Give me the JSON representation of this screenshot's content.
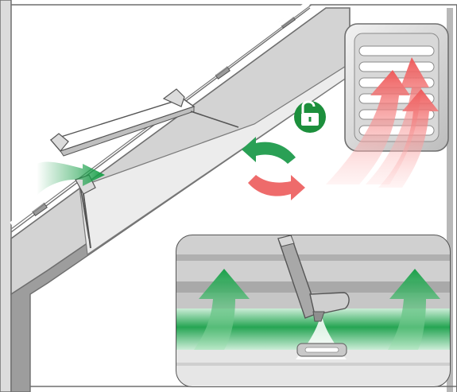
{
  "illustration": {
    "subject": "roof-window-ventilation-diagram",
    "panels": [
      "overview-scene",
      "detail-inset"
    ]
  },
  "icons": {
    "lock": "padlock-open-icon",
    "airflow_cold": "green-arrow-icon",
    "airflow_warm": "red-arrow-icon",
    "exchange": "swap-arrows-icon"
  },
  "colors": {
    "frame": "#6f6f6f",
    "wall": "#cfcfcf",
    "wall_shadow": "#9d9d9d",
    "glass": "#ececec",
    "fresh_air": "#1aa04a",
    "warm_air": "#ee5b5b",
    "lock_badge": "#1c8f3c",
    "inset_border": "#555555"
  }
}
